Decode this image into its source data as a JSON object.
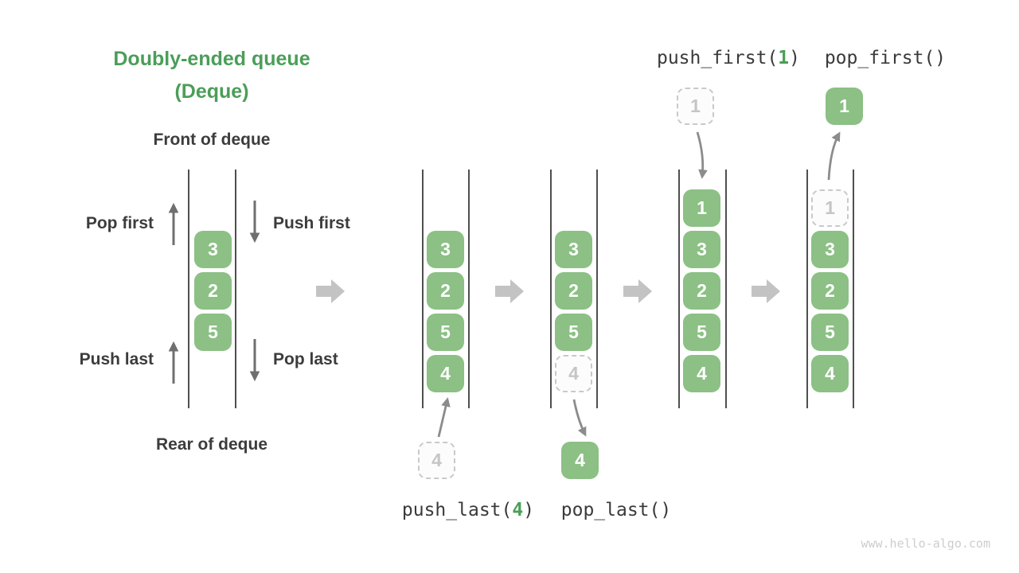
{
  "title": {
    "line1": "Doubly-ended queue",
    "line2": "(Deque)"
  },
  "front_label": "Front of deque",
  "rear_label": "Rear of deque",
  "side_labels": {
    "pop_first": "Pop first",
    "push_first": "Push first",
    "push_last": "Push last",
    "pop_last": "Pop last"
  },
  "initial_queue": {
    "cells": [
      "3",
      "2",
      "5"
    ]
  },
  "stages": [
    {
      "name": "push_last",
      "cells": [
        "3",
        "2",
        "5",
        "4"
      ],
      "incoming_value": "4"
    },
    {
      "name": "pop_last",
      "cells": [
        "3",
        "2",
        "5"
      ],
      "ghost_value": "4",
      "popped_value": "4"
    },
    {
      "name": "push_first",
      "cells": [
        "1",
        "3",
        "2",
        "5",
        "4"
      ],
      "incoming_value": "1"
    },
    {
      "name": "pop_first",
      "cells": [
        "3",
        "2",
        "5",
        "4"
      ],
      "ghost_value": "1",
      "popped_value": "1"
    }
  ],
  "operations": {
    "push_last": {
      "fn": "push_last(",
      "arg": "4",
      "close": ")"
    },
    "pop_last": {
      "label": "pop_last()"
    },
    "push_first": {
      "fn": "push_first(",
      "arg": "1",
      "close": ")"
    },
    "pop_first": {
      "label": "pop_first()"
    }
  },
  "watermark": "www.hello-algo.com",
  "colors": {
    "accent_green": "#4b9e58",
    "box_green": "#8cc085",
    "dark_text": "#3c3c3c",
    "ghost_gray": "#c9c9c9",
    "arrow_gray": "#6f6f6f",
    "transfer_arrow_gray": "#8c8c8c",
    "block_arrow_gray": "#c3c3c3",
    "wall_gray": "#4f4f4f"
  }
}
